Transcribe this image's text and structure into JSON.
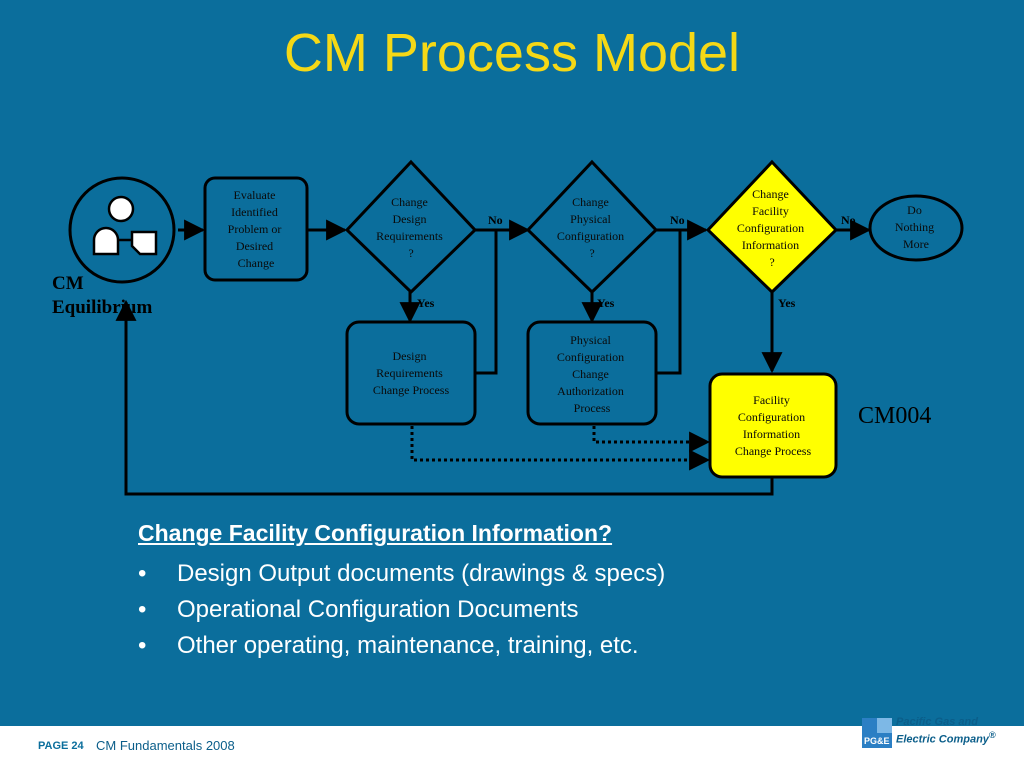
{
  "title": "CM Process Model",
  "cm_equilibrium": {
    "line1": "CM",
    "line2": "Equilibrium"
  },
  "flowchart": {
    "evaluate_box": [
      "Evaluate",
      "Identified",
      "Problem or",
      "Desired",
      "Change"
    ],
    "decision_design": [
      "Change",
      "Design",
      "Requirements",
      "?"
    ],
    "decision_physical": [
      "Change",
      "Physical",
      "Configuration",
      "?"
    ],
    "decision_facility": [
      "Change",
      "Facility",
      "Configuration",
      "Information",
      "?"
    ],
    "do_nothing": [
      "Do",
      "Nothing",
      "More"
    ],
    "design_process": [
      "Design",
      "Requirements",
      "Change Process"
    ],
    "physical_process": [
      "Physical",
      "Configuration",
      "Change",
      "Authorization",
      "Process"
    ],
    "facility_process": [
      "Facility",
      "Configuration",
      "Information",
      "Change Process"
    ],
    "no_label": "No",
    "yes_label": "Yes"
  },
  "code_label": "CM004",
  "subheading": "Change Facility Configuration Information?",
  "bullets": [
    "Design Output documents (drawings & specs)",
    "Operational Configuration Documents",
    "Other operating, maintenance, training, etc."
  ],
  "footer": {
    "page": "PAGE 24",
    "course": "CM Fundamentals 2008",
    "company_line1": "Pacific Gas and",
    "company_line2": "Electric Company",
    "registered": "®"
  },
  "colors": {
    "background": "#0B6E9C",
    "title": "#F5D816",
    "box_fill": "#0B6E9C",
    "highlight_fill": "#FFFF00",
    "text": "#FFFFFF"
  },
  "icons": {
    "cm_equilibrium": "person-document-icon",
    "logo": "pge-logo-icon",
    "bullet": "bullet-dot-icon"
  }
}
